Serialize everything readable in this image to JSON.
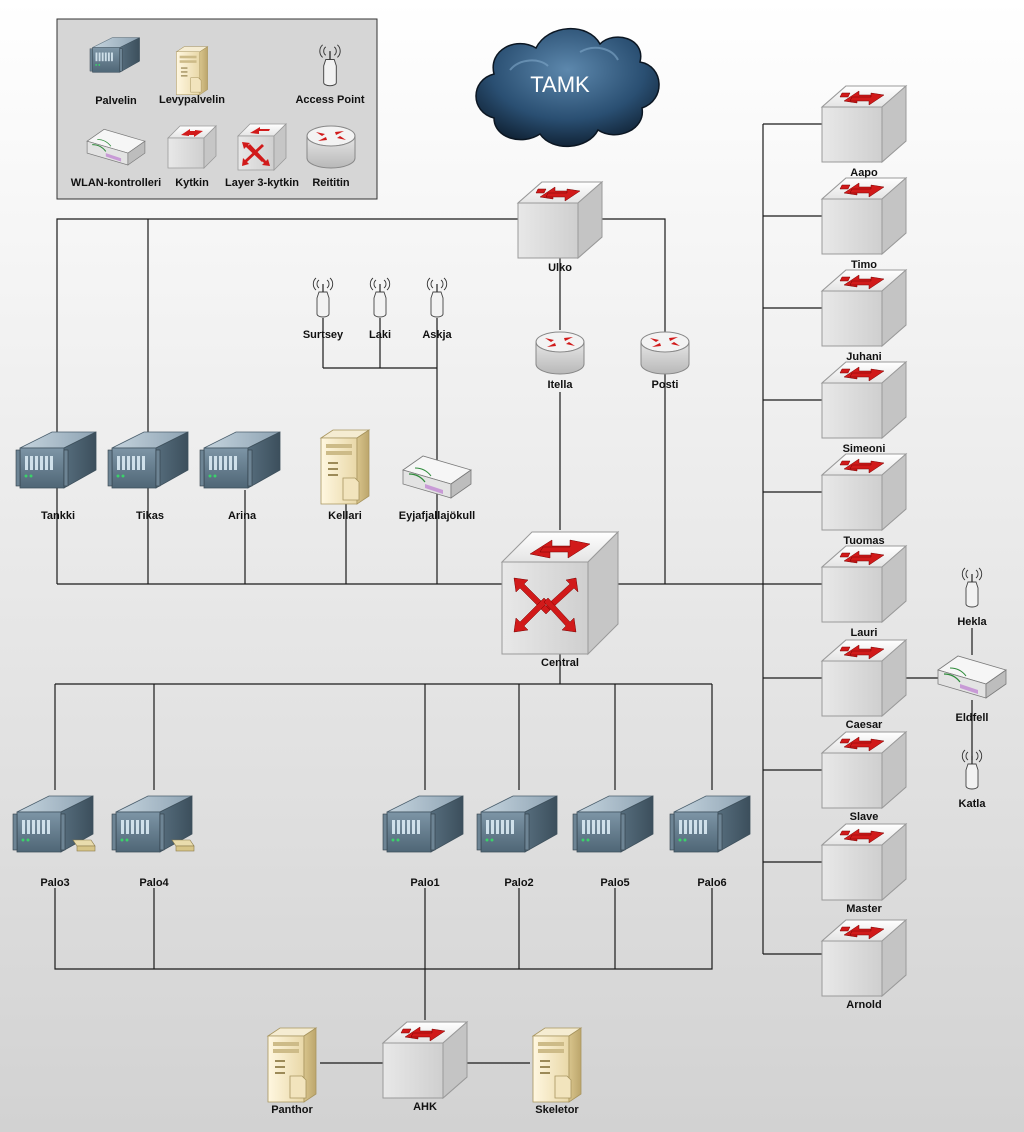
{
  "cloud": {
    "label": "TAMK"
  },
  "legend": {
    "server": "Palvelin",
    "file_server": "Levypalvelin",
    "access_point": "Access Point",
    "wlan_controller": "WLAN-kontrolleri",
    "switch": "Kytkin",
    "l3_switch": "Layer 3-kytkin",
    "router": "Reititin"
  },
  "nodes": {
    "ulko": "Ulko",
    "itella": "Itella",
    "posti": "Posti",
    "central": "Central",
    "surtsey": "Surtsey",
    "laki": "Laki",
    "askja": "Askja",
    "tankki": "Tankki",
    "tikas": "Tikas",
    "arina": "Arina",
    "kellari": "Kellari",
    "eyjafjallajokull": "Eyjafjallajökull",
    "aapo": "Aapo",
    "timo": "Timo",
    "juhani": "Juhani",
    "simeoni": "Simeoni",
    "tuomas": "Tuomas",
    "lauri": "Lauri",
    "caesar": "Caesar",
    "slave": "Slave",
    "master": "Master",
    "arnold": "Arnold",
    "hekla": "Hekla",
    "eldfell": "Eldfell",
    "katla": "Katla",
    "palo3": "Palo3",
    "palo4": "Palo4",
    "palo1": "Palo1",
    "palo2": "Palo2",
    "palo5": "Palo5",
    "palo6": "Palo6",
    "panthor": "Panthor",
    "ahk": "AHK",
    "skeletor": "Skeletor"
  }
}
